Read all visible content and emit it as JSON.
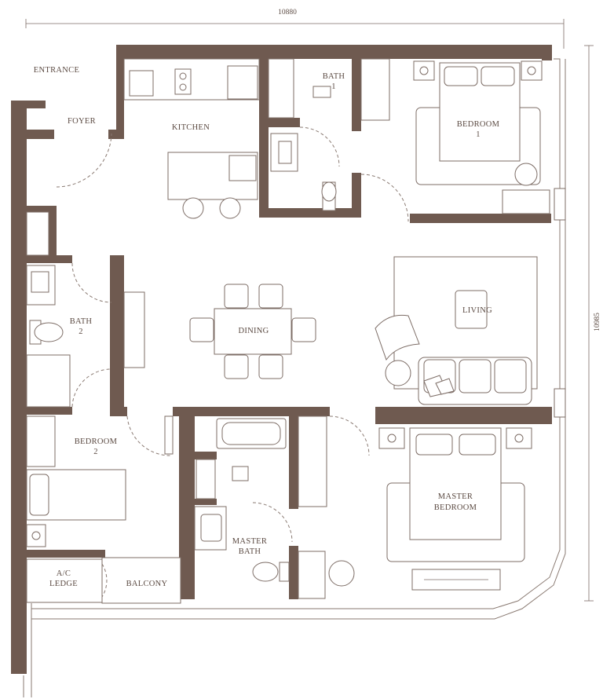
{
  "dimensions": {
    "width_label": "10880",
    "height_label": "10985"
  },
  "rooms": {
    "entrance": "ENTRANCE",
    "foyer": "FOYER",
    "kitchen": "KITCHEN",
    "bath1_line1": "BATH",
    "bath1_line2": "1",
    "bedroom1_line1": "BEDROOM",
    "bedroom1_line2": "1",
    "bath2_line1": "BATH",
    "bath2_line2": "2",
    "dining": "DINING",
    "living": "LIVING",
    "bedroom2_line1": "BEDROOM",
    "bedroom2_line2": "2",
    "master_bedroom_line1": "MASTER",
    "master_bedroom_line2": "BEDROOM",
    "master_bath_line1": "MASTER",
    "master_bath_line2": "BATH",
    "ac_ledge_line1": "A/C",
    "ac_ledge_line2": "LEDGE",
    "balcony": "BALCONY"
  },
  "colors": {
    "wall": "#6f5a50",
    "line": "#8a7a72",
    "text": "#5b4a42"
  }
}
